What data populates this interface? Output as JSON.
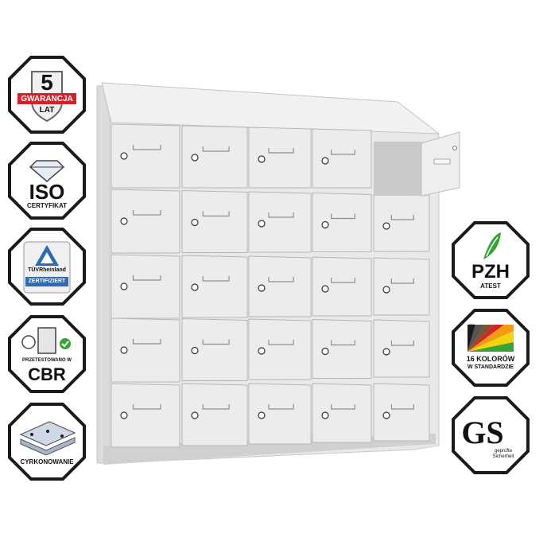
{
  "badges_left": [
    {
      "id": "warranty",
      "number": "5",
      "ribbon": "GWARANCJA",
      "sub": "LAT",
      "icon": "shield-warranty-icon"
    },
    {
      "id": "iso",
      "title": "ISO",
      "sub": "CERTYFIKAT",
      "icon": "diamond-icon"
    },
    {
      "id": "tuv",
      "brand": "TÜVRheinland",
      "sub": "ZERTIFIZIERT",
      "icon": "tuv-triangle-icon"
    },
    {
      "id": "cbr",
      "small": "PRZETESTOWANO W",
      "title": "CBR",
      "icon": "locker-check-icon"
    },
    {
      "id": "zinc",
      "sub": "CYRKONOWANIE",
      "icon": "layered-sheet-icon"
    }
  ],
  "badges_right": [
    {
      "id": "pzh",
      "title": "PZH",
      "sub": "ATEST",
      "icon": "leaf-dna-icon"
    },
    {
      "id": "colors",
      "title": "16 KOLORÓW",
      "sub": "W STANDARDZIE",
      "icon": "color-palette-icon"
    },
    {
      "id": "gs",
      "mark": "GS",
      "small1": "geprüfte",
      "small2": "Sicherheit",
      "icon": "gs-mark-icon"
    }
  ],
  "colors": {
    "badge_border": "#1a1a1a",
    "badge_fill": "#ffffff",
    "accent_red": "#d6202a",
    "tuv_blue": "#2a6db5",
    "cbr_green": "#3aa335",
    "cabinet_light": "#ececed",
    "cabinet_mid": "#d9d9db",
    "cabinet_edge": "#b6b6b9"
  },
  "cabinet": {
    "rows": 5,
    "columns": 5,
    "open_door": "row-1-col-5"
  }
}
